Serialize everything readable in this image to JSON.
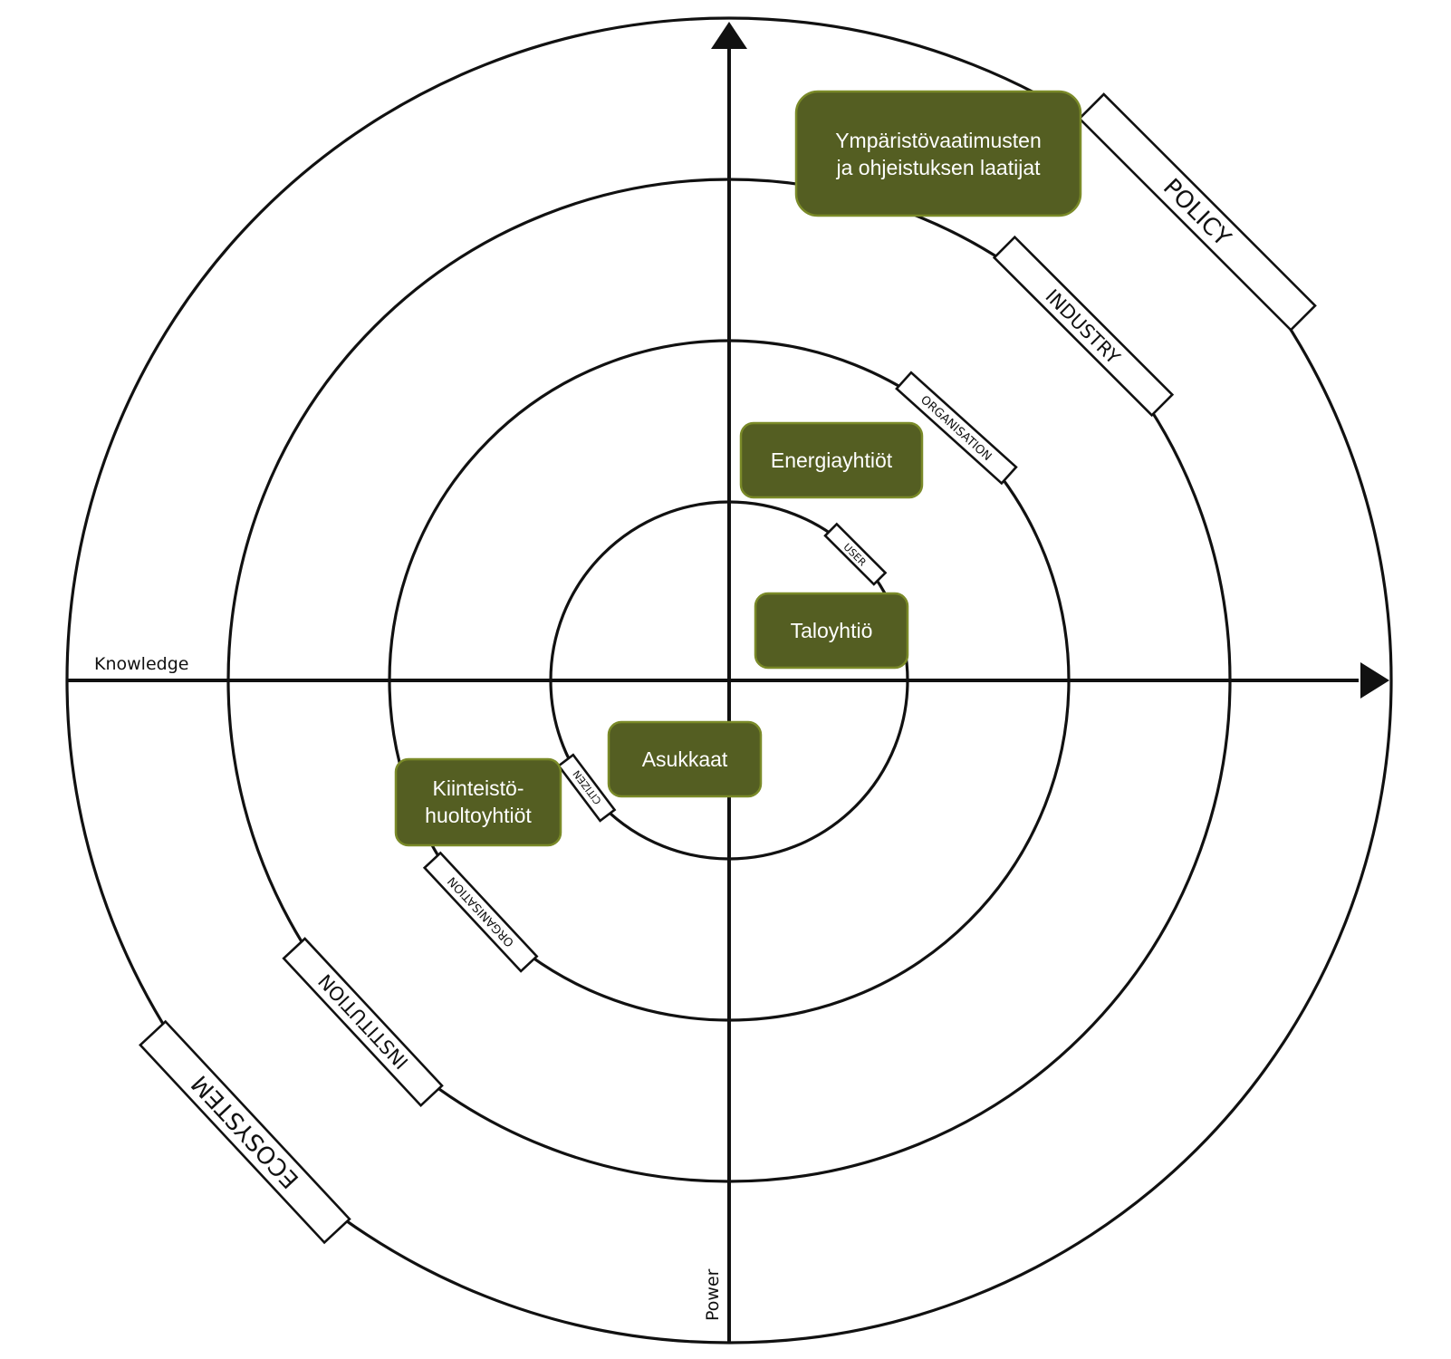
{
  "colors": {
    "box_fill": "#545e22",
    "box_stroke": "#7a8a28",
    "line": "#111111"
  },
  "axes": {
    "horizontal_label": "Knowledge",
    "vertical_label": "Power"
  },
  "ring_tags": {
    "policy": "POLICY",
    "industry": "INDUSTRY",
    "organisation_upper": "ORGANISATION",
    "user": "USER",
    "citizen": "CITIZEN",
    "organisation_lower": "ORGANISATION",
    "institution": "INSTITUTION",
    "ecosystem": "ECOSYSTEM"
  },
  "boxes": {
    "ymparisto": {
      "lines": [
        "Ympäristövaatimusten",
        "ja ohjeistuksen laatijat"
      ]
    },
    "energia": {
      "lines": [
        "Energiayhtiöt"
      ]
    },
    "taloyhtio": {
      "lines": [
        "Taloyhtiö"
      ]
    },
    "asukkaat": {
      "lines": [
        "Asukkaat"
      ]
    },
    "kiinteisto": {
      "lines": [
        "Kiinteistö-",
        "huoltoyhtiöt"
      ]
    }
  }
}
